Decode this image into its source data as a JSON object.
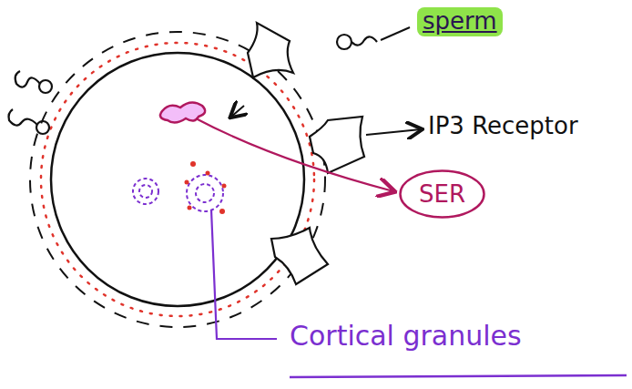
{
  "diagram": {
    "nodes": [
      {
        "text": [
          "SER"
        ]
      }
    ],
    "labels": [
      "sperm",
      "IP3 Receptor",
      "Cortical granules"
    ]
  }
}
